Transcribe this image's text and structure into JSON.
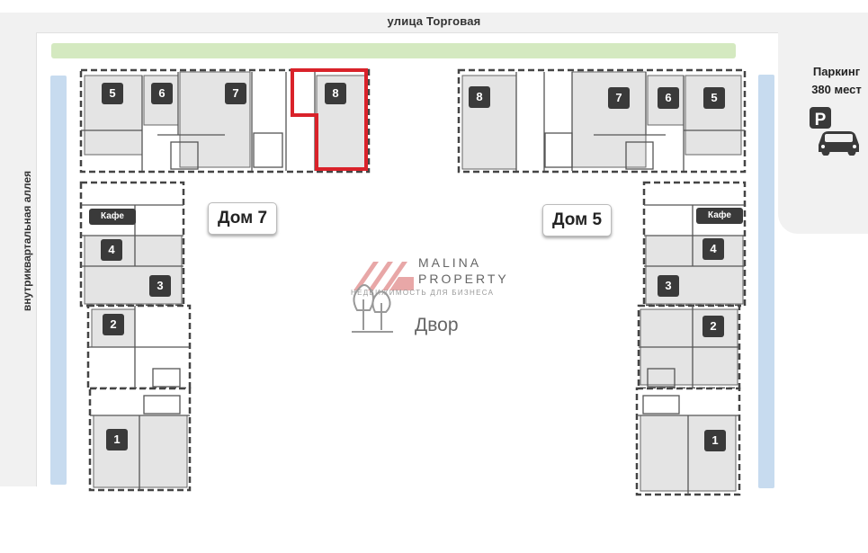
{
  "map": {
    "street_top": "улица Торговая",
    "alley_left": "внутриквартальная  аллея",
    "parking": {
      "title": "Паркинг",
      "spaces": "380 мест",
      "icon": "parking-car-icon"
    },
    "yard_label": "Двор"
  },
  "buildings": [
    {
      "label": "Дом 7"
    },
    {
      "label": "Дом 5"
    }
  ],
  "units_left": [
    "5",
    "6",
    "7",
    "8",
    "4",
    "3",
    "2",
    "1"
  ],
  "units_right": [
    "8",
    "7",
    "6",
    "5",
    "4",
    "3",
    "2",
    "1"
  ],
  "cafe_label": "Кафе",
  "watermark": {
    "brand_line1": "MALINA",
    "brand_line2": "PROPERTY",
    "tagline": "НЕДВИЖИМОСТЬ ДЛЯ БИЗНЕСА"
  },
  "colors": {
    "highlight": "#d9222a",
    "unit_fill": "#e4e4e4",
    "green_strip": "#d4e9c0",
    "blue_strip": "#c7dbef",
    "badge": "#3a3a3a"
  }
}
